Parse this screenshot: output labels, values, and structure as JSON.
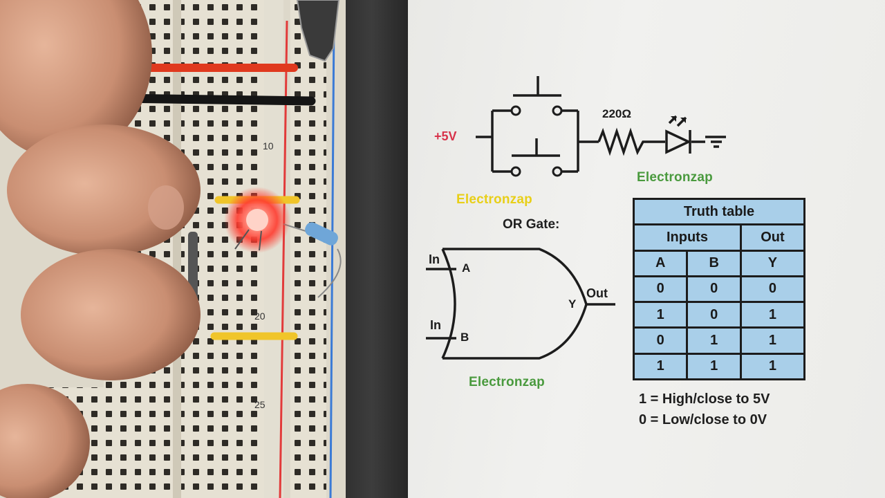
{
  "breadboard": {
    "row_numbers": [
      "10",
      "20",
      "25"
    ]
  },
  "schematic": {
    "supply_label": "+5V",
    "resistor_label": "220Ω",
    "brand_yellow": "Electronzap",
    "brand_green_top": "Electronzap"
  },
  "gate": {
    "title": "OR Gate:",
    "input_a_in": "In",
    "input_a_pin": "A",
    "input_b_in": "In",
    "input_b_pin": "B",
    "output_pin": "Y",
    "output_label": "Out",
    "brand": "Electronzap"
  },
  "truth_table": {
    "title": "Truth table",
    "inputs_header": "Inputs",
    "out_header": "Out",
    "columns": [
      "A",
      "B",
      "Y"
    ],
    "rows": [
      [
        "0",
        "0",
        "0"
      ],
      [
        "1",
        "0",
        "1"
      ],
      [
        "0",
        "1",
        "1"
      ],
      [
        "1",
        "1",
        "1"
      ]
    ]
  },
  "notes": {
    "high": "1 = High/close to 5V",
    "low": "0 = Low/close to 0V"
  },
  "colors": {
    "supply": "#d7324a",
    "brand_yellow": "#e8cf18",
    "brand_green": "#4a9a3e",
    "table_fill": "#a9cfe9",
    "led_glow": "#ff3a2e"
  }
}
